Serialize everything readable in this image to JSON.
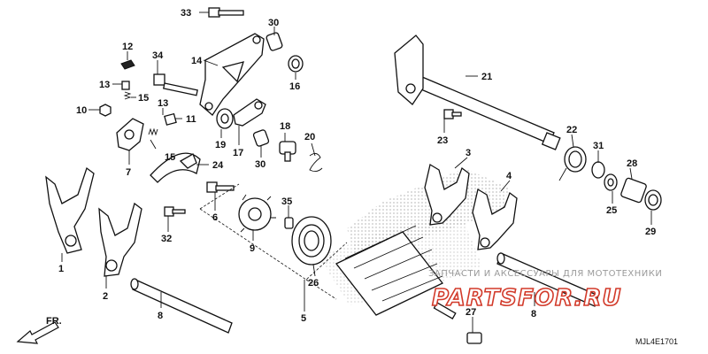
{
  "callouts": [
    {
      "id": "33"
    },
    {
      "id": "30a",
      "text": "30"
    },
    {
      "id": "12"
    },
    {
      "id": "34"
    },
    {
      "id": "14"
    },
    {
      "id": "6a",
      "text": "16"
    },
    {
      "id": "13a",
      "text": "13"
    },
    {
      "id": "15a",
      "text": "15"
    },
    {
      "id": "10"
    },
    {
      "id": "13b",
      "text": "13"
    },
    {
      "id": "11"
    },
    {
      "id": "19"
    },
    {
      "id": "17"
    },
    {
      "id": "30b",
      "text": "30"
    },
    {
      "id": "18"
    },
    {
      "id": "20"
    },
    {
      "id": "15b",
      "text": "15"
    },
    {
      "id": "7"
    },
    {
      "id": "24"
    },
    {
      "id": "6"
    },
    {
      "id": "32"
    },
    {
      "id": "35"
    },
    {
      "id": "9"
    },
    {
      "id": "26"
    },
    {
      "id": "5"
    },
    {
      "id": "1"
    },
    {
      "id": "2"
    },
    {
      "id": "8a",
      "text": "8"
    },
    {
      "id": "21"
    },
    {
      "id": "23"
    },
    {
      "id": "22"
    },
    {
      "id": "31"
    },
    {
      "id": "28"
    },
    {
      "id": "25"
    },
    {
      "id": "29"
    },
    {
      "id": "3"
    },
    {
      "id": "4"
    },
    {
      "id": "27"
    },
    {
      "id": "8b",
      "text": "8"
    }
  ],
  "labels": {
    "front_arrow": "FR.",
    "diagram_code": "MJL4E1701",
    "watermark_caption": "ЗАПЧАСТИ И АКСЕССУАРЫ ДЛЯ МОТОТЕХНИКИ",
    "watermark_logo": "PARTSFOR.RU"
  }
}
